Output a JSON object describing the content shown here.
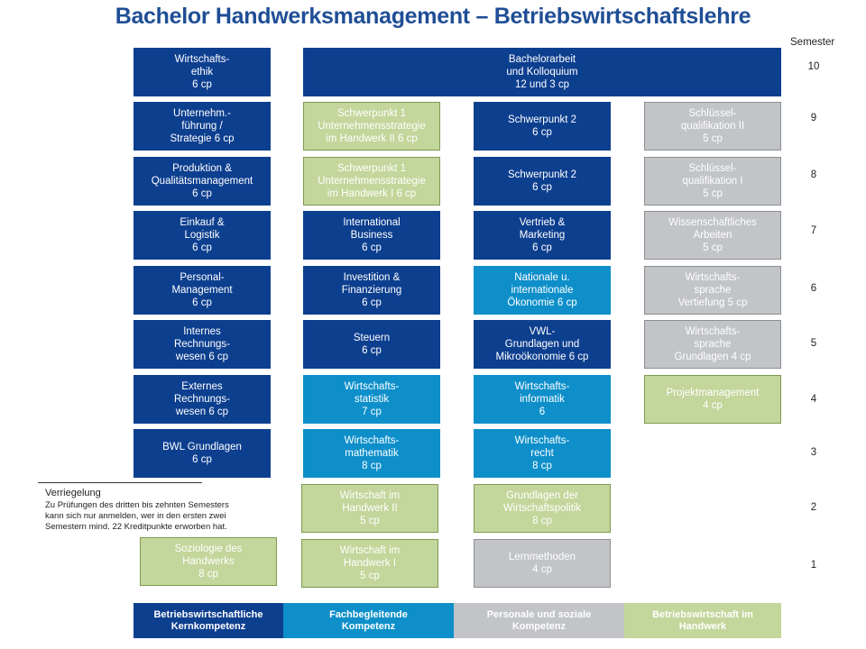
{
  "title": "Bachelor Handwerksmanagement – Betriebswirtschaftslehre",
  "semester_heading": "Semester",
  "semesters": [
    "10",
    "9",
    "8",
    "7",
    "6",
    "5",
    "4",
    "3",
    "2",
    "1"
  ],
  "modules": {
    "col1": [
      "Wirtschafts-\nethik\n6 cp",
      "Unternehm.-\nführung /\nStrategie 6 cp",
      "Produktion &\nQualitätsmanagement\n6 cp",
      "Einkauf &\nLogistik\n6 cp",
      "Personal-\nManagement\n6 cp",
      "Internes\nRechnungs-\nwesen 6 cp",
      "Externes\nRechnungs-\nwesen 6 cp",
      "BWL Grundlagen\n6 cp",
      "Soziologie des\nHandwerks\n8 cp"
    ],
    "thesis": "Bachelorarbeit\nund Kolloquium\n12 und 3 cp",
    "col2": [
      "Schwerpunkt 1\nUnternehmensstrategie\nim Handwerk II 6 cp",
      "Schwerpunkt 1\nUnternehmensstrategie\nim Handwerk I 6 cp",
      "International\nBusiness\n6 cp",
      "Investition &\nFinanzierung\n6 cp",
      "Steuern\n6 cp",
      "Wirtschafts-\nstatistik\n7 cp",
      "Wirtschafts-\nmathematik\n8 cp",
      "Wirtschaft im\nHandwerk II\n5 cp",
      "Wirtschaft im\nHandwerk I\n5 cp"
    ],
    "col3": [
      "Schwerpunkt 2\n6 cp",
      "Schwerpunkt 2\n6 cp",
      "Vertrieb &\nMarketing\n6 cp",
      "Nationale u.\ninternationale\nÖkonomie 6 cp",
      "VWL-\nGrundlagen und\nMikroökonomie 6 cp",
      "Wirtschafts-\ninformatik\n6",
      "Wirtschafts-\nrecht\n8 cp",
      "Grundlagen der\nWirtschaftspolitik\n8 cp",
      "Lernmethoden\n4 cp"
    ],
    "col4": [
      "Schlüssel-\nqualifikation II\n5 cp",
      "Schlüssel-\nqualifikation I\n5 cp",
      "Wissenschaftliches\nArbeiten\n5 cp",
      "Wirtschafts-\nsprache\nVertiefung 5 cp",
      "Wirtschafts-\nsprache\nGrundlagen 4 cp",
      "Projektmanagement\n4 cp"
    ]
  },
  "note": {
    "title": "Verriegelung",
    "text": "Zu Prüfungen des dritten bis zehnten Semesters\nkann sich nur anmelden,  wer in den ersten zwei\nSemestern mind. 22 Kreditpunkte erworben hat."
  },
  "legend": [
    "Betriebswirtschaftliche\nKernkompetenz",
    "Fachbegleitende\nKompetenz",
    "Personale und soziale\nKompetenz",
    "Betriebswirtschaft im\nHandwerk"
  ],
  "colors": {
    "title": "#1f4e96",
    "navy": "#0d3f8f",
    "teal": "#0e8fca",
    "grey": "#c2c4c7",
    "green": "#c3d69b"
  }
}
